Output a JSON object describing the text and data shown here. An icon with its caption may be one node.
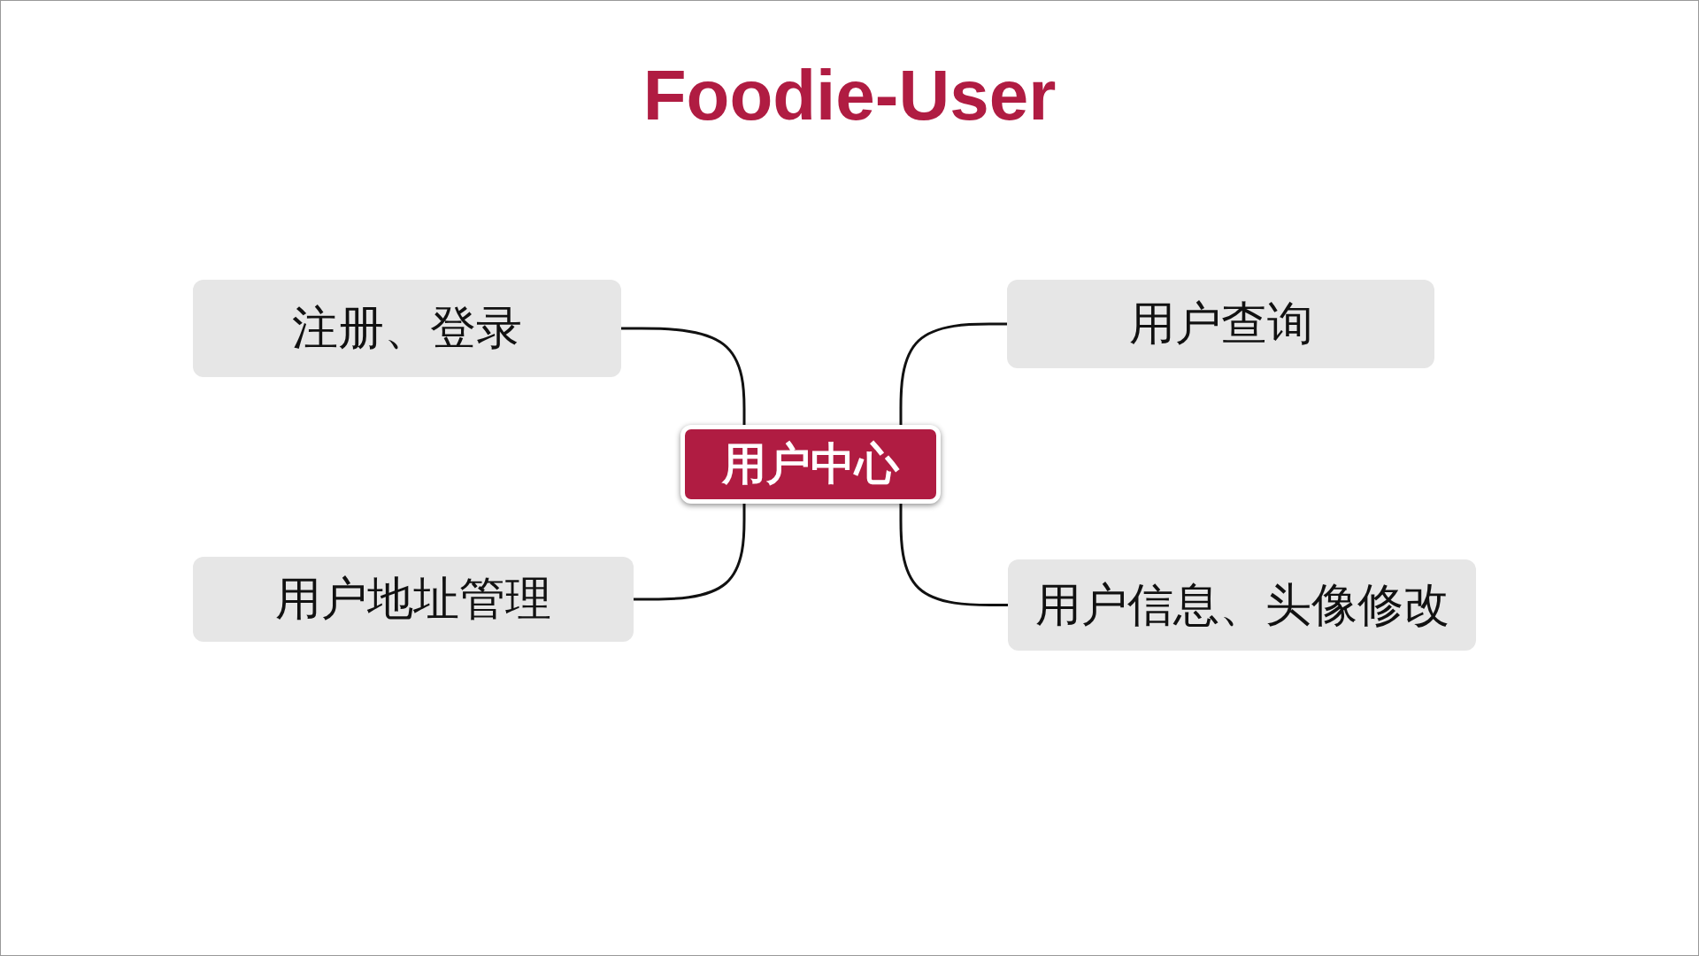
{
  "diagram": {
    "title": "Foodie-User",
    "nodes": [
      {
        "text": [
          "用户中心"
        ]
      },
      {
        "text": [
          "注册、登录"
        ]
      },
      {
        "text": [
          "用户查询"
        ]
      },
      {
        "text": [
          "用户地址管理"
        ]
      },
      {
        "text": [
          "用户信息、头像修改"
        ]
      }
    ],
    "edges": [
      {
        "from": 0,
        "to": 1,
        "arrow": "none"
      },
      {
        "from": 0,
        "to": 2,
        "arrow": "none"
      },
      {
        "from": 0,
        "to": 3,
        "arrow": "none"
      },
      {
        "from": 0,
        "to": 4,
        "arrow": "none"
      }
    ]
  }
}
